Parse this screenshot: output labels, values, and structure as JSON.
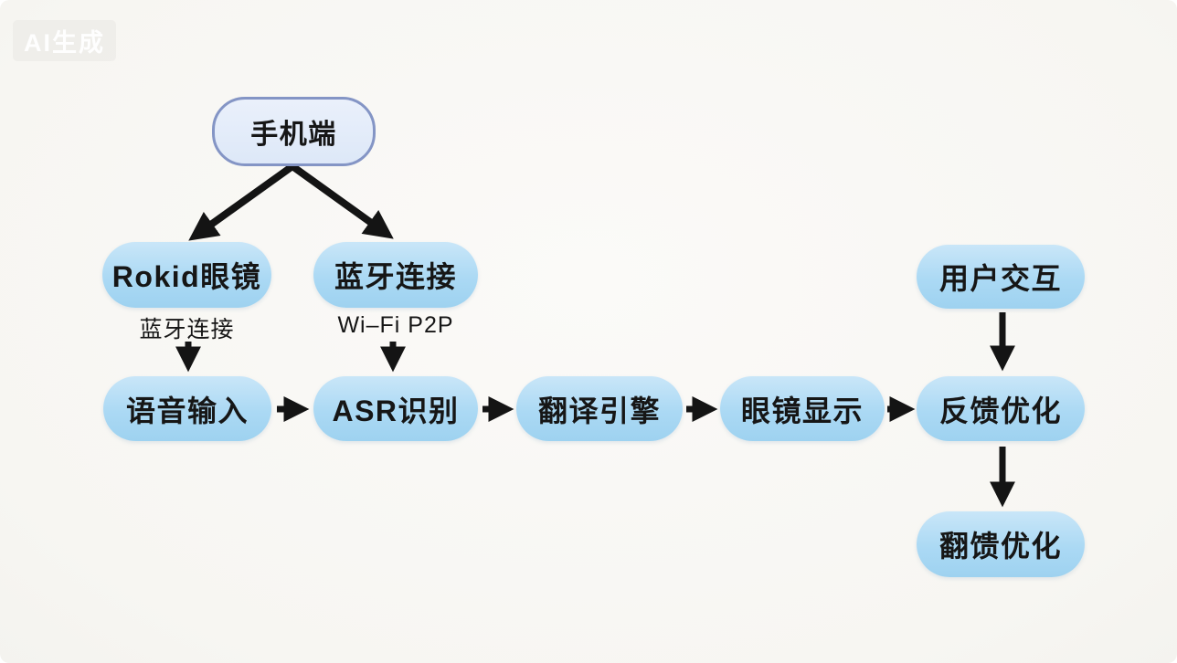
{
  "watermark": {
    "label": "AI生成"
  },
  "diagram": {
    "nodes": {
      "phone": {
        "label": "手机端",
        "shape": "stadium-outlined"
      },
      "rokid": {
        "label": "Rokid眼镜",
        "shape": "stadium"
      },
      "bluetooth": {
        "label": "蓝牙连接",
        "shape": "stadium"
      },
      "user": {
        "label": "用户交互",
        "shape": "stadium"
      },
      "voice": {
        "label": "语音输入",
        "shape": "stadium"
      },
      "asr": {
        "label": "ASR识别",
        "shape": "stadium"
      },
      "translate": {
        "label": "翻译引擎",
        "shape": "stadium"
      },
      "display": {
        "label": "眼镜显示",
        "shape": "stadium"
      },
      "feedback": {
        "label": "反馈优化",
        "shape": "stadium"
      },
      "feedback2": {
        "label": "翻馈优化",
        "shape": "stadium"
      }
    },
    "edge_labels": {
      "rokid_to_voice": "蓝牙连接",
      "bluetooth_to_asr": "Wi–Fi P2P"
    },
    "edges": [
      {
        "from": "手机端",
        "to": "Rokid眼镜"
      },
      {
        "from": "手机端",
        "to": "蓝牙连接"
      },
      {
        "from": "Rokid眼镜",
        "to": "语音输入",
        "label": "蓝牙连接"
      },
      {
        "from": "蓝牙连接",
        "to": "ASR识别",
        "label": "Wi–Fi P2P"
      },
      {
        "from": "语音输入",
        "to": "ASR识别"
      },
      {
        "from": "ASR识别",
        "to": "翻译引擎"
      },
      {
        "from": "翻译引擎",
        "to": "眼镜显示"
      },
      {
        "from": "眼镜显示",
        "to": "反馈优化"
      },
      {
        "from": "用户交互",
        "to": "反馈优化"
      },
      {
        "from": "反馈优化",
        "to": "翻馈优化"
      }
    ]
  },
  "colors": {
    "background": "#f7f6f2",
    "background_light": "#fbfaf8",
    "node_fill_top": "#c9e6f8",
    "node_fill_mid": "#abd9f4",
    "node_fill_bottom": "#9ed2f0",
    "phone_fill": "#dde8f8",
    "phone_border": "#8495c5",
    "arrow": "#141414",
    "text": "#161616"
  }
}
